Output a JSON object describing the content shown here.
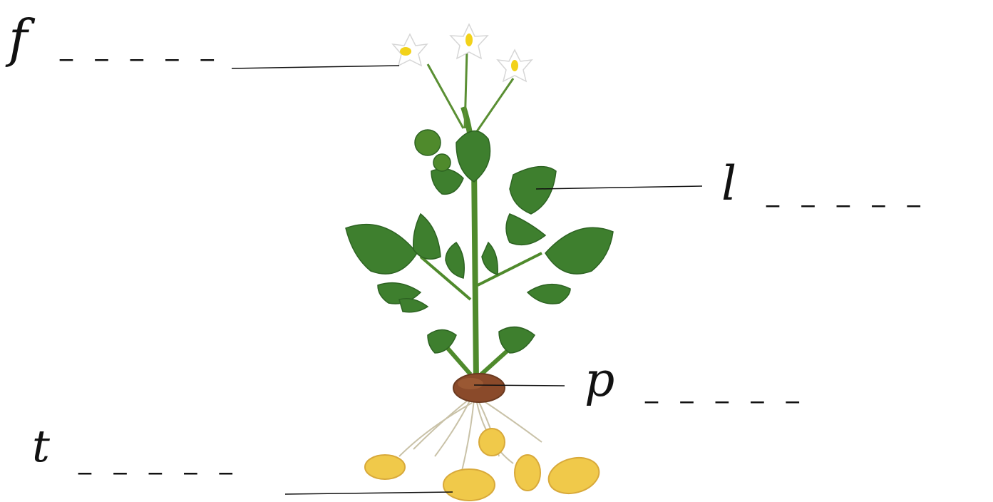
{
  "worksheet": {
    "labels": [
      {
        "id": "flower",
        "letter": "f",
        "blanks": "_ _ _ _ _"
      },
      {
        "id": "leaf",
        "letter": "l",
        "blanks": "_ _ _ _ _"
      },
      {
        "id": "potato",
        "letter": "p",
        "blanks": "_ _ _ _ _"
      },
      {
        "id": "tuber",
        "letter": "t",
        "blanks": "_ _ _ _ _"
      }
    ]
  },
  "colors": {
    "leaf": "#3e7f2e",
    "leaf_dark": "#2d6322",
    "stem": "#4f8a2c",
    "flower": "#ffffff",
    "flower_center": "#f2d21a",
    "seed_potato": "#8a4a2a",
    "tuber": "#f0c94a",
    "root": "#c9c2a8",
    "leader_line": "#111111"
  }
}
